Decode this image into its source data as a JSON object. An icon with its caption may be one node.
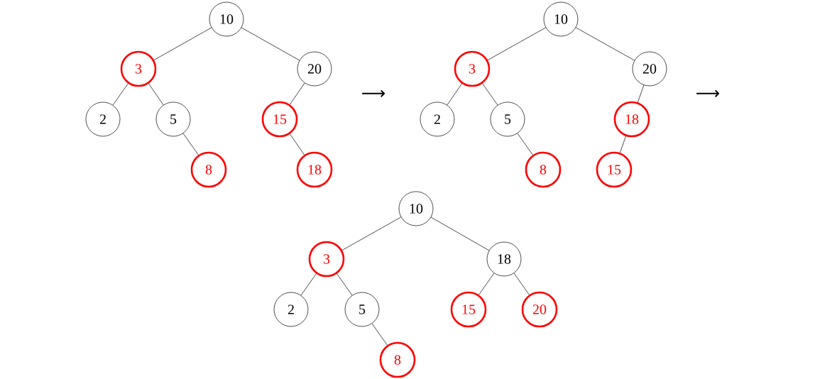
{
  "diagram": {
    "nodes": [
      {
        "text": [
          "10"
        ]
      },
      {
        "text": [
          "3"
        ]
      },
      {
        "text": [
          "20"
        ]
      },
      {
        "text": [
          "2"
        ]
      },
      {
        "text": [
          "5"
        ]
      },
      {
        "text": [
          "15"
        ]
      },
      {
        "text": [
          "8"
        ]
      },
      {
        "text": [
          "18"
        ]
      },
      {
        "text": [
          "10"
        ]
      },
      {
        "text": [
          "3"
        ]
      },
      {
        "text": [
          "20"
        ]
      },
      {
        "text": [
          "2"
        ]
      },
      {
        "text": [
          "5"
        ]
      },
      {
        "text": [
          "18"
        ]
      },
      {
        "text": [
          "8"
        ]
      },
      {
        "text": [
          "15"
        ]
      },
      {
        "text": [
          "10"
        ]
      },
      {
        "text": [
          "3"
        ]
      },
      {
        "text": [
          "18"
        ]
      },
      {
        "text": [
          "2"
        ]
      },
      {
        "text": [
          "5"
        ]
      },
      {
        "text": [
          "15"
        ]
      },
      {
        "text": [
          "20"
        ]
      },
      {
        "text": [
          "8"
        ]
      }
    ],
    "edges": [
      {
        "from": 0,
        "to": 1,
        "arrow": "none"
      },
      {
        "from": 0,
        "to": 2,
        "arrow": "none"
      },
      {
        "from": 1,
        "to": 3,
        "arrow": "none"
      },
      {
        "from": 1,
        "to": 4,
        "arrow": "none"
      },
      {
        "from": 2,
        "to": 5,
        "arrow": "none"
      },
      {
        "from": 4,
        "to": 6,
        "arrow": "none"
      },
      {
        "from": 5,
        "to": 7,
        "arrow": "none"
      },
      {
        "from": 8,
        "to": 9,
        "arrow": "none"
      },
      {
        "from": 8,
        "to": 10,
        "arrow": "none"
      },
      {
        "from": 9,
        "to": 11,
        "arrow": "none"
      },
      {
        "from": 9,
        "to": 12,
        "arrow": "none"
      },
      {
        "from": 10,
        "to": 13,
        "arrow": "none"
      },
      {
        "from": 12,
        "to": 14,
        "arrow": "none"
      },
      {
        "from": 13,
        "to": 15,
        "arrow": "none"
      },
      {
        "from": 16,
        "to": 17,
        "arrow": "none"
      },
      {
        "from": 16,
        "to": 18,
        "arrow": "none"
      },
      {
        "from": 17,
        "to": 19,
        "arrow": "none"
      },
      {
        "from": 17,
        "to": 20,
        "arrow": "none"
      },
      {
        "from": 18,
        "to": 21,
        "arrow": "none"
      },
      {
        "from": 18,
        "to": 22,
        "arrow": "none"
      },
      {
        "from": 20,
        "to": 23,
        "arrow": "none"
      }
    ],
    "labels": [
      "⟶",
      "⟶"
    ]
  }
}
